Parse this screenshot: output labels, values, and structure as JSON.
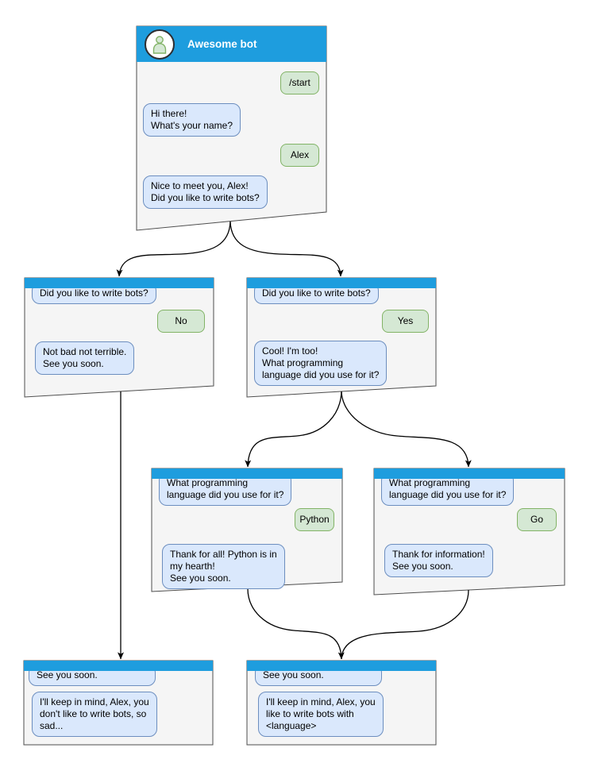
{
  "diagram": {
    "main": {
      "title": "Awesome bot",
      "m1": "/start",
      "m2": "Hi there!\nWhat's your name?",
      "m3": "Alex",
      "m4": "Nice to meet you, Alex!\nDid you like to write bots?"
    },
    "branch_no": {
      "m1": "Did you like to write bots?",
      "m2": "No",
      "m3": "Not bad not terrible.\nSee you soon."
    },
    "branch_yes": {
      "m1": "Did you like to write bots?",
      "m2": "Yes",
      "m3": "Cool! I'm too!\nWhat programming\nlanguage did you use for it?"
    },
    "branch_python": {
      "m1": "What programming\nlanguage did you use for it?",
      "m2": "Python",
      "m3": "Thank for all! Python is in\nmy hearth!\nSee you soon."
    },
    "branch_go": {
      "m1": "What programming\nlanguage did you use for it?",
      "m2": "Go",
      "m3": "Thank for information!\nSee you soon."
    },
    "end_no": {
      "m1": "See you soon.",
      "m2": "I'll keep in mind, Alex, you\ndon't like to write bots, so\nsad..."
    },
    "end_yes": {
      "m1": "See you soon.",
      "m2": "I'll keep in mind, Alex, you\nlike to write bots with\n<language>"
    }
  },
  "colors": {
    "header": "#1E9DDE",
    "window-fill": "#F5F5F5",
    "window-border": "#4D4D4D",
    "bot-fill": "#DAE8FC",
    "bot-border": "#6C8EBF",
    "user-fill": "#D5E8D4",
    "user-border": "#82B366",
    "edge": "#000000",
    "title-text": "#FFFFFF"
  }
}
